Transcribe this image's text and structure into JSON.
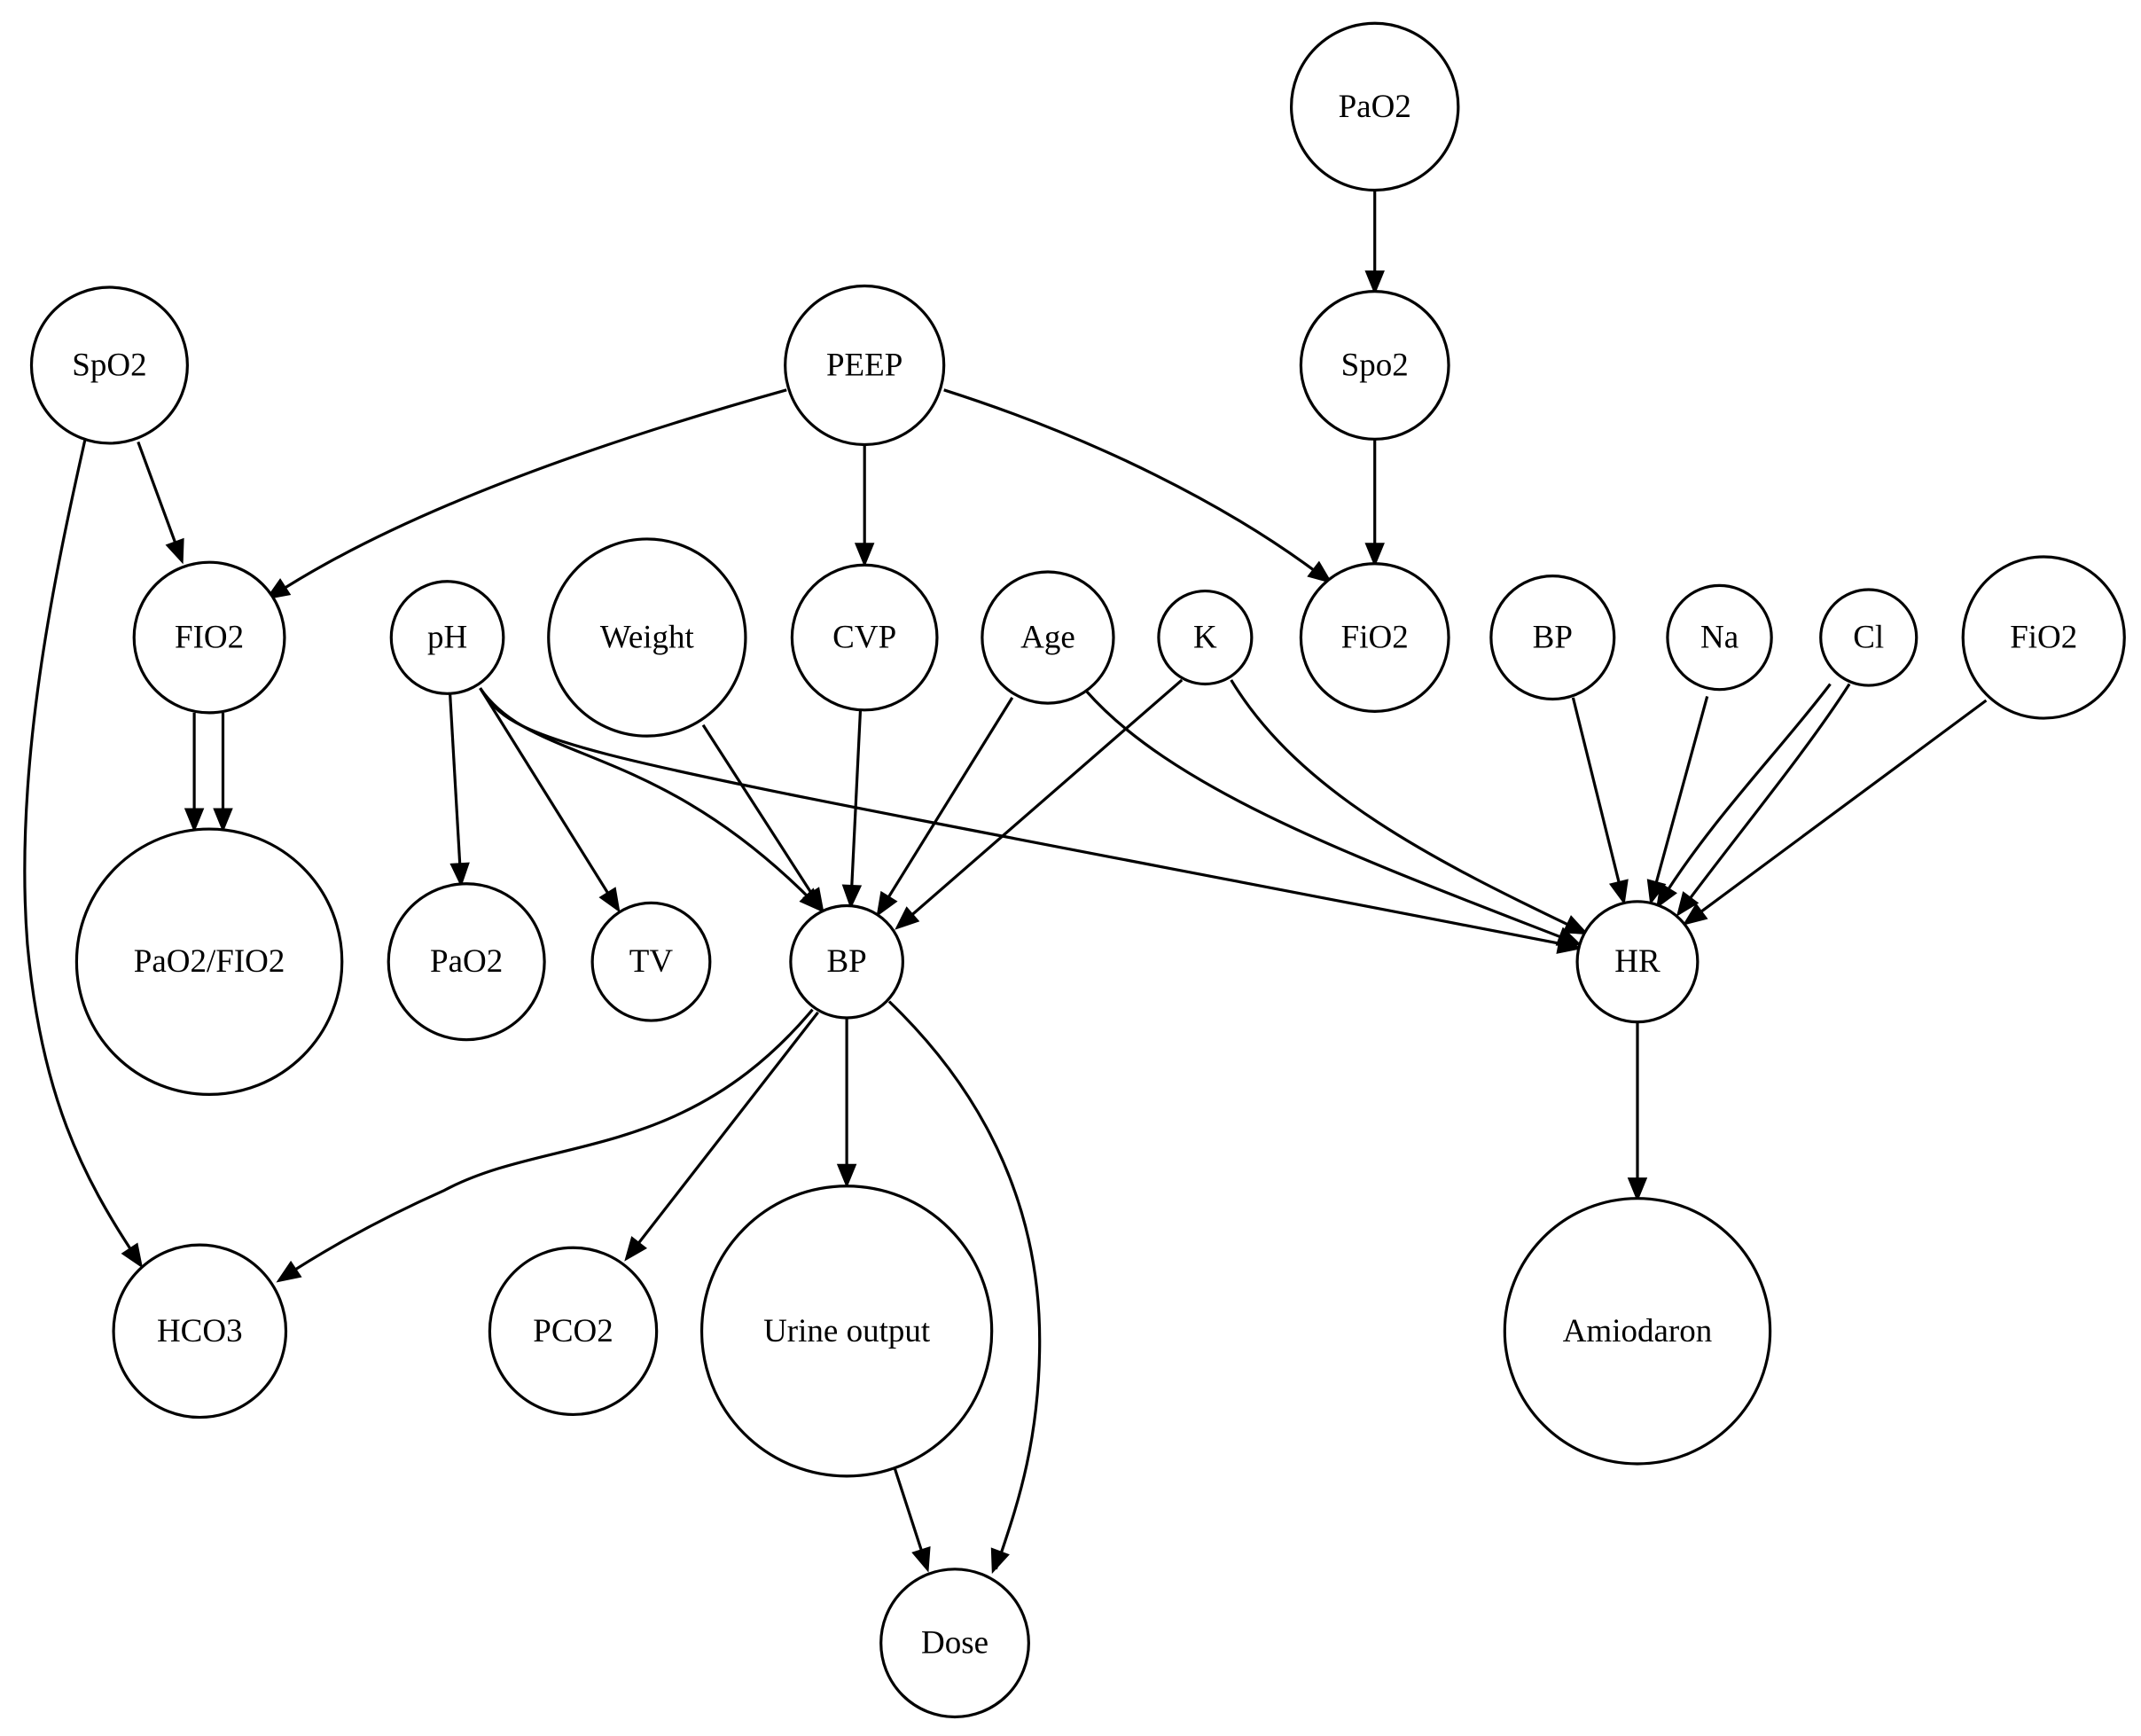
{
  "diagram": {
    "nodes": [
      {
        "id": "paO2_top",
        "label": "PaO2"
      },
      {
        "id": "spo2_small",
        "label": "Spo2"
      },
      {
        "id": "spO2",
        "label": "SpO2"
      },
      {
        "id": "peep",
        "label": "PEEP"
      },
      {
        "id": "fiO2_upper",
        "label": "FIO2"
      },
      {
        "id": "pH",
        "label": "pH"
      },
      {
        "id": "weight",
        "label": "Weight"
      },
      {
        "id": "cvp",
        "label": "CVP"
      },
      {
        "id": "age",
        "label": "Age"
      },
      {
        "id": "k",
        "label": "K"
      },
      {
        "id": "fiO2_mid",
        "label": "FiO2"
      },
      {
        "id": "bp_right",
        "label": "BP"
      },
      {
        "id": "na",
        "label": "Na"
      },
      {
        "id": "cl",
        "label": "Cl"
      },
      {
        "id": "fiO2_right",
        "label": "FiO2"
      },
      {
        "id": "paO2_fiO2",
        "label": "PaO2/FIO2"
      },
      {
        "id": "paO2_low",
        "label": "PaO2"
      },
      {
        "id": "tv",
        "label": "TV"
      },
      {
        "id": "bp",
        "label": "BP"
      },
      {
        "id": "hr",
        "label": "HR"
      },
      {
        "id": "hco3",
        "label": "HCO3"
      },
      {
        "id": "pco2",
        "label": "PCO2"
      },
      {
        "id": "urine",
        "label": "Urine output"
      },
      {
        "id": "amiodaron",
        "label": "Amiodaron"
      },
      {
        "id": "dose",
        "label": "Dose"
      }
    ],
    "edges": [
      {
        "from": "paO2_top",
        "to": "spo2_small"
      },
      {
        "from": "spo2_small",
        "to": "fiO2_mid"
      },
      {
        "from": "spO2",
        "to": "fiO2_upper"
      },
      {
        "from": "spO2",
        "to": "hco3"
      },
      {
        "from": "peep",
        "to": "fiO2_upper"
      },
      {
        "from": "peep",
        "to": "cvp"
      },
      {
        "from": "peep",
        "to": "fiO2_mid"
      },
      {
        "from": "fiO2_upper",
        "to": "paO2_fiO2"
      },
      {
        "from": "fiO2_upper",
        "to": "paO2_fiO2"
      },
      {
        "from": "pH",
        "to": "paO2_low"
      },
      {
        "from": "pH",
        "to": "tv"
      },
      {
        "from": "pH",
        "to": "bp"
      },
      {
        "from": "pH",
        "to": "hr"
      },
      {
        "from": "weight",
        "to": "bp"
      },
      {
        "from": "cvp",
        "to": "bp"
      },
      {
        "from": "age",
        "to": "bp"
      },
      {
        "from": "age",
        "to": "hr"
      },
      {
        "from": "k",
        "to": "bp"
      },
      {
        "from": "k",
        "to": "hr"
      },
      {
        "from": "bp_right",
        "to": "hr"
      },
      {
        "from": "na",
        "to": "hr"
      },
      {
        "from": "cl",
        "to": "hr"
      },
      {
        "from": "cl",
        "to": "hr"
      },
      {
        "from": "fiO2_right",
        "to": "hr"
      },
      {
        "from": "bp",
        "to": "hco3"
      },
      {
        "from": "bp",
        "to": "pco2"
      },
      {
        "from": "bp",
        "to": "urine"
      },
      {
        "from": "bp",
        "to": "dose"
      },
      {
        "from": "urine",
        "to": "dose"
      },
      {
        "from": "hr",
        "to": "amiodaron"
      }
    ]
  }
}
